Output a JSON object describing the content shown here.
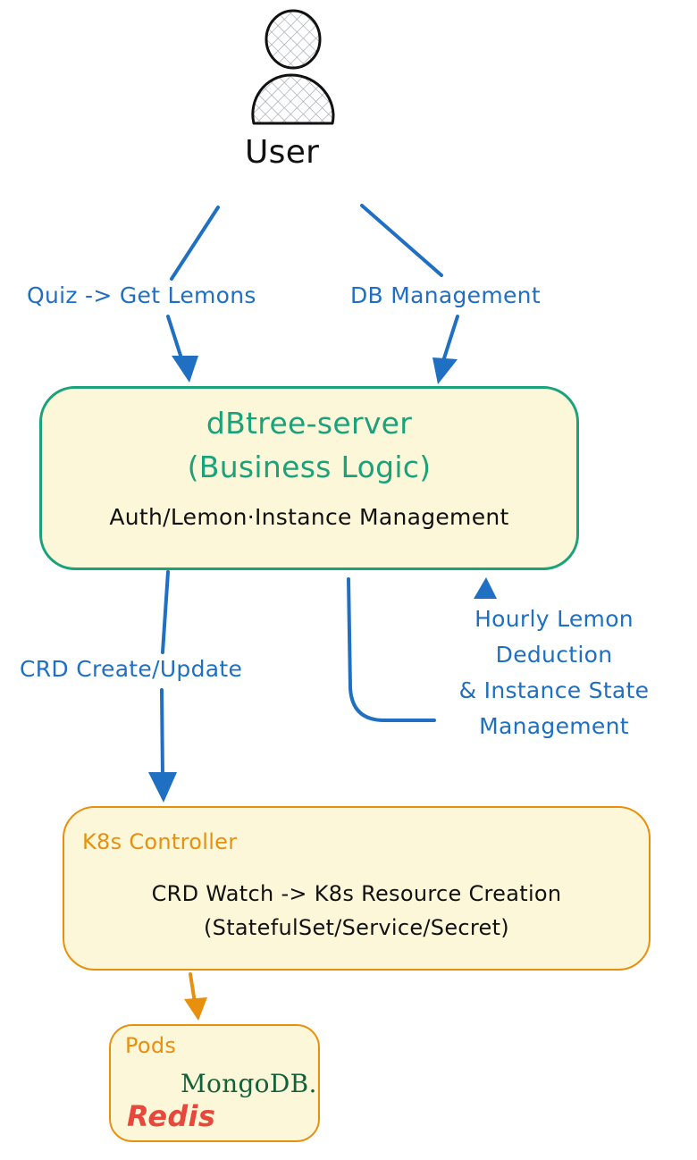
{
  "user": {
    "label": "User"
  },
  "edges": {
    "quiz_label": "Quiz -> Get Lemons",
    "db_label": "DB Management",
    "crd_label": "CRD Create/Update",
    "hourly_label": [
      "Hourly Lemon",
      "Deduction",
      "& Instance State",
      "Management"
    ]
  },
  "server": {
    "title_line1": "dBtree-server",
    "title_line2": "(Business Logic)",
    "subtitle": "Auth/Lemon·Instance Management"
  },
  "controller": {
    "title": "K8s Controller",
    "line1": "CRD Watch -> K8s Resource Creation",
    "line2": "(StatefulSet/Service/Secret)"
  },
  "pods": {
    "title": "Pods",
    "mongo_label": "MongoDB.",
    "redis_label": "Redis"
  },
  "colors": {
    "blue_arrow": "#1f6fc2",
    "green_border": "#1aa27a",
    "orange": "#e8900e",
    "box_fill": "#fdf7d9",
    "mongo_green": "#13613a",
    "redis_red": "#e8473b"
  },
  "icons": {
    "user": "person-icon",
    "mongo": "mongodb-leaf-icon"
  }
}
